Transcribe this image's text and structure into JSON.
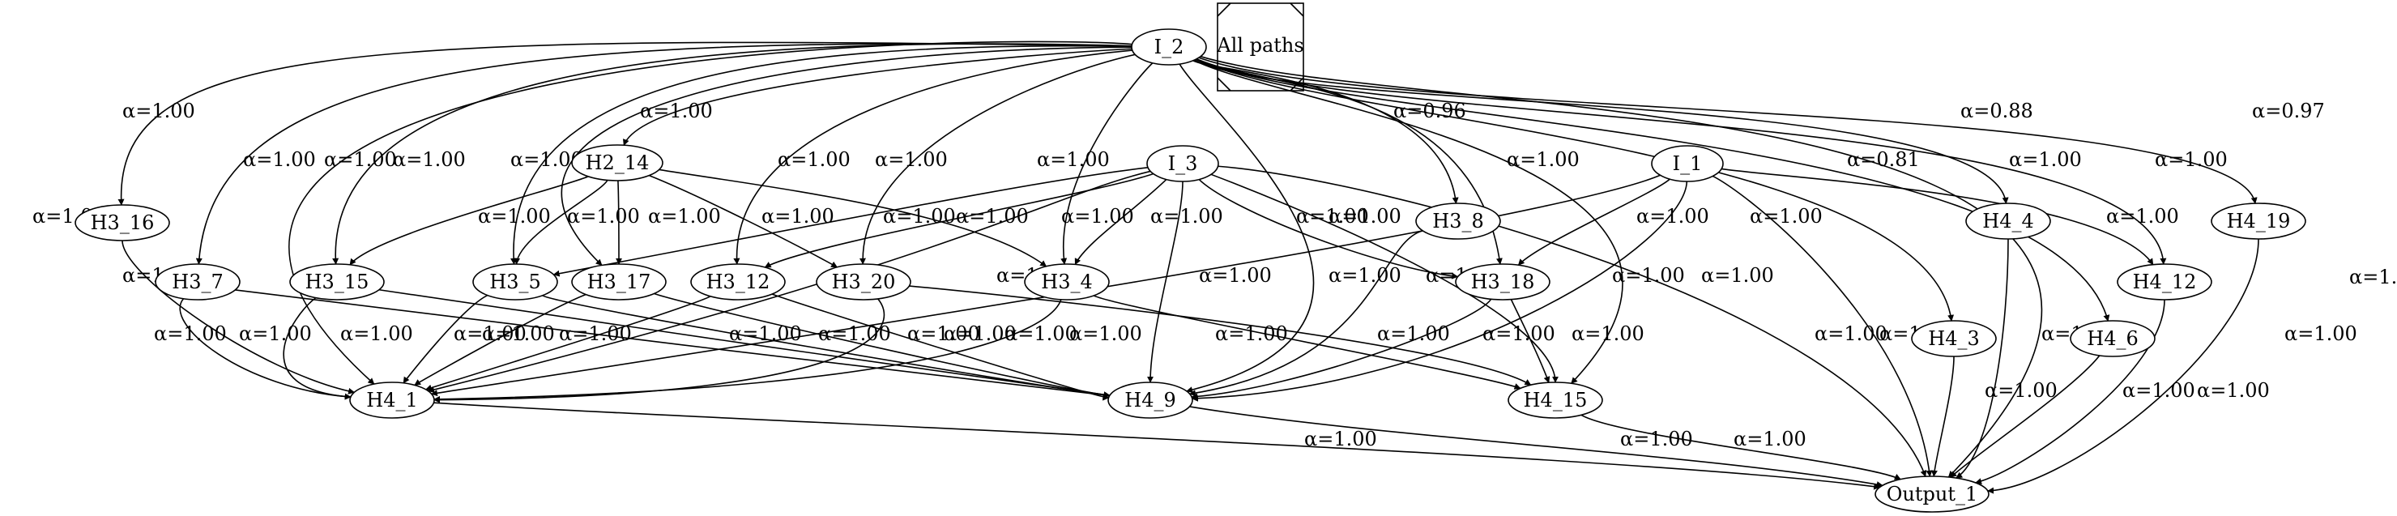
{
  "legend": {
    "label": "All paths"
  },
  "nodes": {
    "I_2": "I_2",
    "I_3": "I_3",
    "I_1": "I_1",
    "H2_14": "H2_14",
    "H3_16": "H3_16",
    "H3_7": "H3_7",
    "H3_15": "H3_15",
    "H3_5": "H3_5",
    "H3_17": "H3_17",
    "H3_12": "H3_12",
    "H3_20": "H3_20",
    "H3_4": "H3_4",
    "H3_8": "H3_8",
    "H3_18": "H3_18",
    "H4_4": "H4_4",
    "H4_19": "H4_19",
    "H4_12": "H4_12",
    "H4_3": "H4_3",
    "H4_6": "H4_6",
    "H4_1": "H4_1",
    "H4_9": "H4_9",
    "H4_15": "H4_15",
    "Output_1": "Output_1"
  },
  "edges": [
    {
      "id": "I2-H416",
      "from": "I_2",
      "to": "H3_16",
      "label": "α=1.00"
    },
    {
      "id": "I2-H37",
      "from": "I_2",
      "to": "H3_7",
      "label": "α=1.00"
    },
    {
      "id": "I2-H315",
      "from": "I_2",
      "to": "H3_15",
      "label": "α=1.00"
    },
    {
      "id": "I2-H35",
      "from": "I_2",
      "to": "H3_5",
      "label": "α=1.00"
    },
    {
      "id": "I2-H317",
      "from": "I_2",
      "to": "H3_17",
      "label": "α=1.00"
    },
    {
      "id": "I2-H214",
      "from": "I_2",
      "to": "H2_14",
      "label": "α=1.00"
    },
    {
      "id": "I2-H312",
      "from": "I_2",
      "to": "H3_12",
      "label": "α=1.00"
    },
    {
      "id": "I2-H320",
      "from": "I_2",
      "to": "H3_20",
      "label": "α=1.00"
    },
    {
      "id": "I2-H34",
      "from": "I_2",
      "to": "H3_4",
      "label": "α=1.00"
    },
    {
      "id": "I2-H41",
      "from": "I_2",
      "to": "H4_1",
      "label": "α=1.00"
    },
    {
      "id": "I2-H49",
      "from": "I_2",
      "to": "H4_9",
      "label": "α=1.00"
    },
    {
      "id": "I2-H38",
      "from": "I_2",
      "to": "H3_8",
      "label": "α=0.96"
    },
    {
      "id": "I2-H318",
      "from": "I_2",
      "to": "H3_18",
      "label": "α=1.00"
    },
    {
      "id": "I2-H415",
      "from": "I_2",
      "to": "H4_15",
      "label": "α=1.00"
    },
    {
      "id": "I2-H44",
      "from": "I_2",
      "to": "H4_4",
      "label": "α=0.88"
    },
    {
      "id": "I2-H43",
      "from": "I_2",
      "to": "H4_3",
      "label": "α=0.81"
    },
    {
      "id": "I2-H46",
      "from": "I_2",
      "to": "H4_6",
      "label": "α=1.00"
    },
    {
      "id": "I2-H412",
      "from": "I_2",
      "to": "H4_12",
      "label": "α=1.00"
    },
    {
      "id": "I2-H419",
      "from": "I_2",
      "to": "H4_19",
      "label": "α=0.97"
    },
    {
      "id": "I2-Out",
      "from": "I_2",
      "to": "Output_1",
      "label": "α=1.00"
    },
    {
      "id": "H214-H315",
      "from": "H2_14",
      "to": "H3_15",
      "label": "α=1.00"
    },
    {
      "id": "H214-H35",
      "from": "H2_14",
      "to": "H3_5",
      "label": "α=1.00"
    },
    {
      "id": "H214-H317",
      "from": "H2_14",
      "to": "H3_17",
      "label": "α=1.00"
    },
    {
      "id": "H214-H320",
      "from": "H2_14",
      "to": "H3_20",
      "label": "α=1.00"
    },
    {
      "id": "H214-H34",
      "from": "H2_14",
      "to": "H3_4",
      "label": "α=1.00"
    },
    {
      "id": "I3-H35",
      "from": "I_3",
      "to": "H3_5",
      "label": "α=1.00"
    },
    {
      "id": "I3-H312",
      "from": "I_3",
      "to": "H3_12",
      "label": "α=1.00"
    },
    {
      "id": "I3-H34",
      "from": "I_3",
      "to": "H3_4",
      "label": "α=1.00"
    },
    {
      "id": "I3-H41",
      "from": "I_3",
      "to": "H4_1",
      "label": "α=1.00"
    },
    {
      "id": "I3-H49",
      "from": "I_3",
      "to": "H4_9",
      "label": "α=1.00"
    },
    {
      "id": "I3-H318",
      "from": "I_3",
      "to": "H3_18",
      "label": "α=1.00"
    },
    {
      "id": "I3-H415",
      "from": "I_3",
      "to": "H4_15",
      "label": "α=1.00"
    },
    {
      "id": "I3-Out",
      "from": "I_3",
      "to": "Output_1",
      "label": "α=1.00"
    },
    {
      "id": "I1-H41",
      "from": "I_1",
      "to": "H4_1",
      "label": "α=1.00"
    },
    {
      "id": "I1-H318",
      "from": "I_1",
      "to": "H3_18",
      "label": "α=1.00"
    },
    {
      "id": "I1-H49",
      "from": "I_1",
      "to": "H4_9",
      "label": "α=1.00"
    },
    {
      "id": "I1-Out",
      "from": "I_1",
      "to": "Output_1",
      "label": "α=1.00"
    },
    {
      "id": "I1-H412",
      "from": "I_1",
      "to": "H4_12",
      "label": "α=1.00"
    },
    {
      "id": "H316-H41",
      "from": "H3_16",
      "to": "H4_1",
      "label": "α=1.00"
    },
    {
      "id": "H37-H41",
      "from": "H3_7",
      "to": "H4_1",
      "label": "α=1.00"
    },
    {
      "id": "H37-H49",
      "from": "H3_7",
      "to": "H4_9",
      "label": "α=1.00"
    },
    {
      "id": "H315-H41",
      "from": "H3_15",
      "to": "H4_1",
      "label": "α=1.00"
    },
    {
      "id": "H315-H49",
      "from": "H3_15",
      "to": "H4_9",
      "label": "α=1.00"
    },
    {
      "id": "H35-H41",
      "from": "H3_5",
      "to": "H4_1",
      "label": "α=1.00"
    },
    {
      "id": "H35-H49",
      "from": "H3_5",
      "to": "H4_9",
      "label": "α=1.00"
    },
    {
      "id": "H317-H41",
      "from": "H3_17",
      "to": "H4_1",
      "label": "α=1.00"
    },
    {
      "id": "H317-H49",
      "from": "H3_17",
      "to": "H4_9",
      "label": "α=1.00"
    },
    {
      "id": "H312-H41",
      "from": "H3_12",
      "to": "H4_1",
      "label": "α=1.00"
    },
    {
      "id": "H312-H49",
      "from": "H3_12",
      "to": "H4_9",
      "label": "α=1.00"
    },
    {
      "id": "H320-H41",
      "from": "H3_20",
      "to": "H4_1",
      "label": "α=1.00"
    },
    {
      "id": "H320-H415",
      "from": "H3_20",
      "to": "H4_15",
      "label": "α=1.00"
    },
    {
      "id": "H34-H41",
      "from": "H3_4",
      "to": "H4_1",
      "label": "α=1.00"
    },
    {
      "id": "H34-H415",
      "from": "H3_4",
      "to": "H4_15",
      "label": "α=1.00"
    },
    {
      "id": "H38-H49",
      "from": "H3_8",
      "to": "H4_9",
      "label": "α=1.00"
    },
    {
      "id": "H318-H49",
      "from": "H3_18",
      "to": "H4_9",
      "label": "α=1.00"
    },
    {
      "id": "H318-H415",
      "from": "H3_18",
      "to": "H4_15",
      "label": "α=1.00"
    },
    {
      "id": "H41-Out",
      "from": "H4_1",
      "to": "Output_1",
      "label": "α=1.00"
    },
    {
      "id": "H49-Out",
      "from": "H4_9",
      "to": "Output_1",
      "label": "α=1.00"
    },
    {
      "id": "H415-Out",
      "from": "H4_15",
      "to": "Output_1",
      "label": "α=1.00"
    },
    {
      "id": "H44-Out",
      "from": "H4_4",
      "to": "Output_1",
      "label": "α=1.00"
    },
    {
      "id": "H43-Out",
      "from": "H4_3",
      "to": "Output_1",
      "label": "α=1.00"
    },
    {
      "id": "H46-Out",
      "from": "H4_6",
      "to": "Output_1",
      "label": "α=1.00"
    },
    {
      "id": "H412-Out",
      "from": "H4_12",
      "to": "Output_1",
      "label": "α=1.00"
    },
    {
      "id": "H419-Out",
      "from": "H4_19",
      "to": "Output_1",
      "label": "α=1.00"
    }
  ]
}
